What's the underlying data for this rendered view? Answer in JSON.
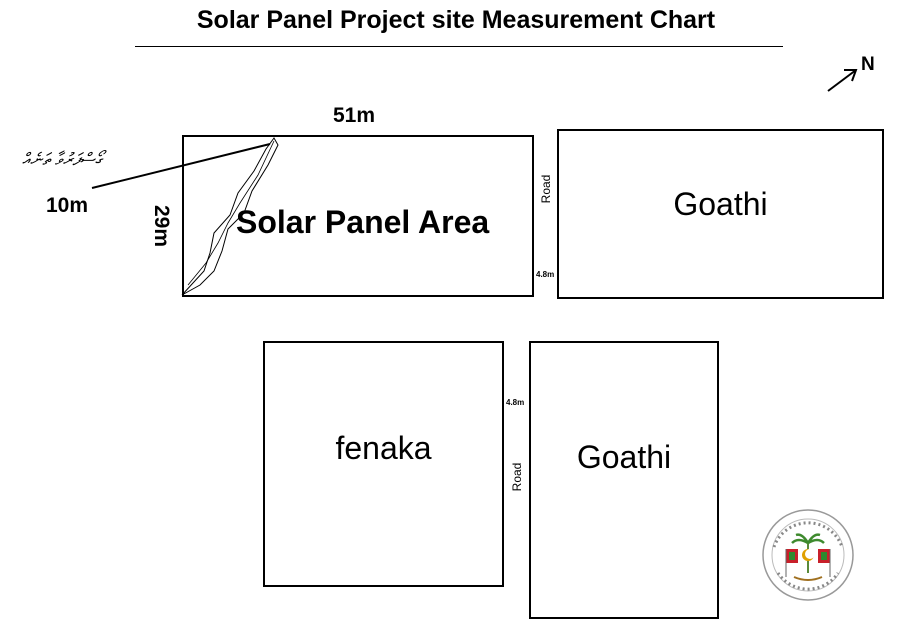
{
  "title": "Solar Panel Project site Measurement Chart",
  "north_label": "N",
  "solar_area": {
    "label": "Solar Panel Area",
    "width_label": "51m",
    "height_label": "29m"
  },
  "callout": {
    "dhivehi_text": "ގޯސްފަރުވާ ތަނެއް",
    "distance_label": "10m"
  },
  "goathi_top": {
    "label": "Goathi"
  },
  "fenaka": {
    "label": "fenaka"
  },
  "goathi_bottom": {
    "label": "Goathi"
  },
  "road_top": {
    "label": "Road",
    "width_label": "4.8m"
  },
  "road_bottom": {
    "label": "Road",
    "width_label": "4.8m"
  }
}
